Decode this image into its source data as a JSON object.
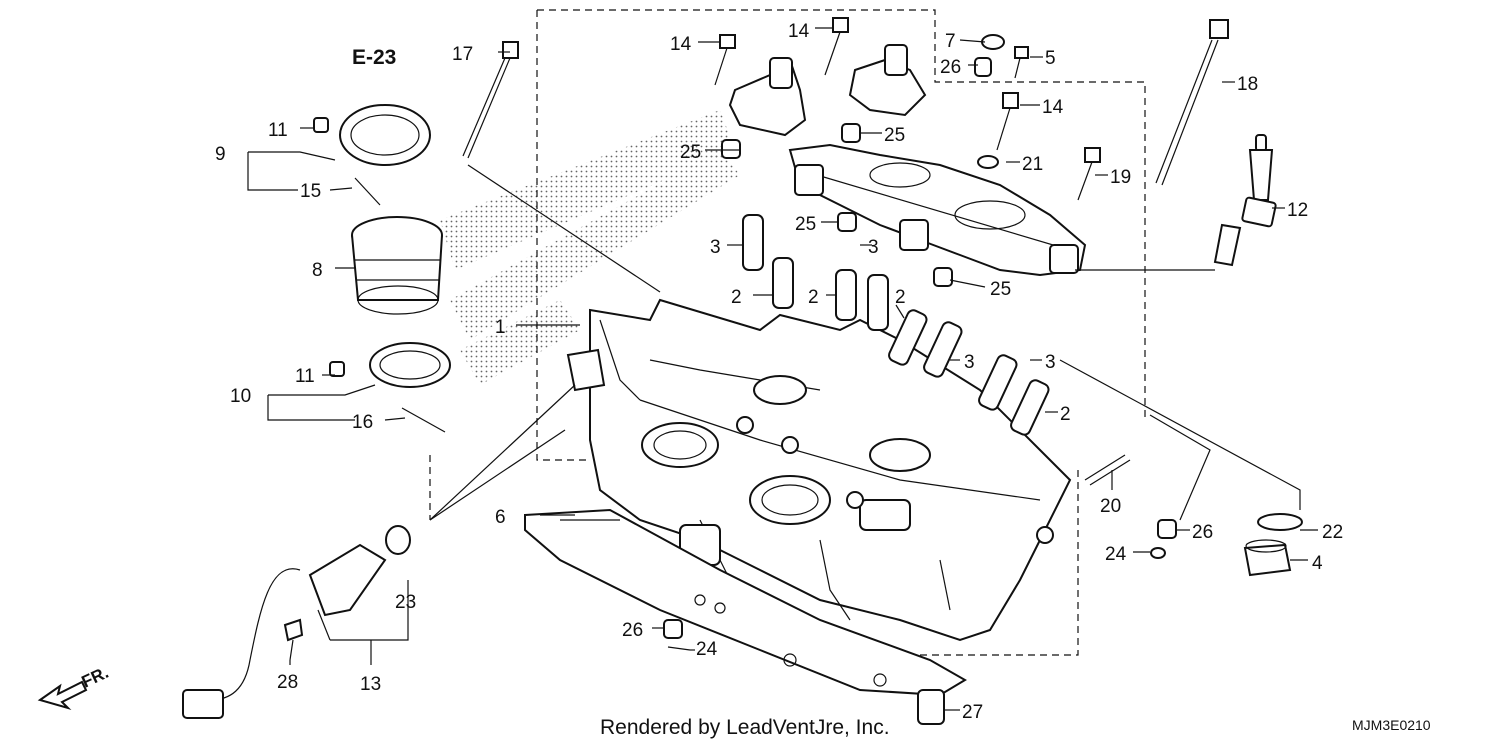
{
  "reference": "E-23",
  "credit": "Rendered by LeadVentJre, Inc.",
  "diagram_code": "MJM3E0210",
  "front_marker": "FR.",
  "callouts": {
    "c1": "1",
    "c2a": "2",
    "c2b": "2",
    "c2c": "2",
    "c2d": "2",
    "c3a": "3",
    "c3b": "3",
    "c3c": "3",
    "c3d": "3",
    "c4": "4",
    "c5": "5",
    "c6": "6",
    "c7": "7",
    "c8": "8",
    "c9": "9",
    "c10": "10",
    "c11a": "11",
    "c11b": "11",
    "c12": "12",
    "c13": "13",
    "c14a": "14",
    "c14b": "14",
    "c14c": "14",
    "c15": "15",
    "c16": "16",
    "c17": "17",
    "c18": "18",
    "c19": "19",
    "c20": "20",
    "c21": "21",
    "c22": "22",
    "c23": "23",
    "c24a": "24",
    "c24b": "24",
    "c25a": "25",
    "c25b": "25",
    "c25c": "25",
    "c25d": "25",
    "c26a": "26",
    "c26b": "26",
    "c26c": "26",
    "c27": "27",
    "c28": "28"
  }
}
